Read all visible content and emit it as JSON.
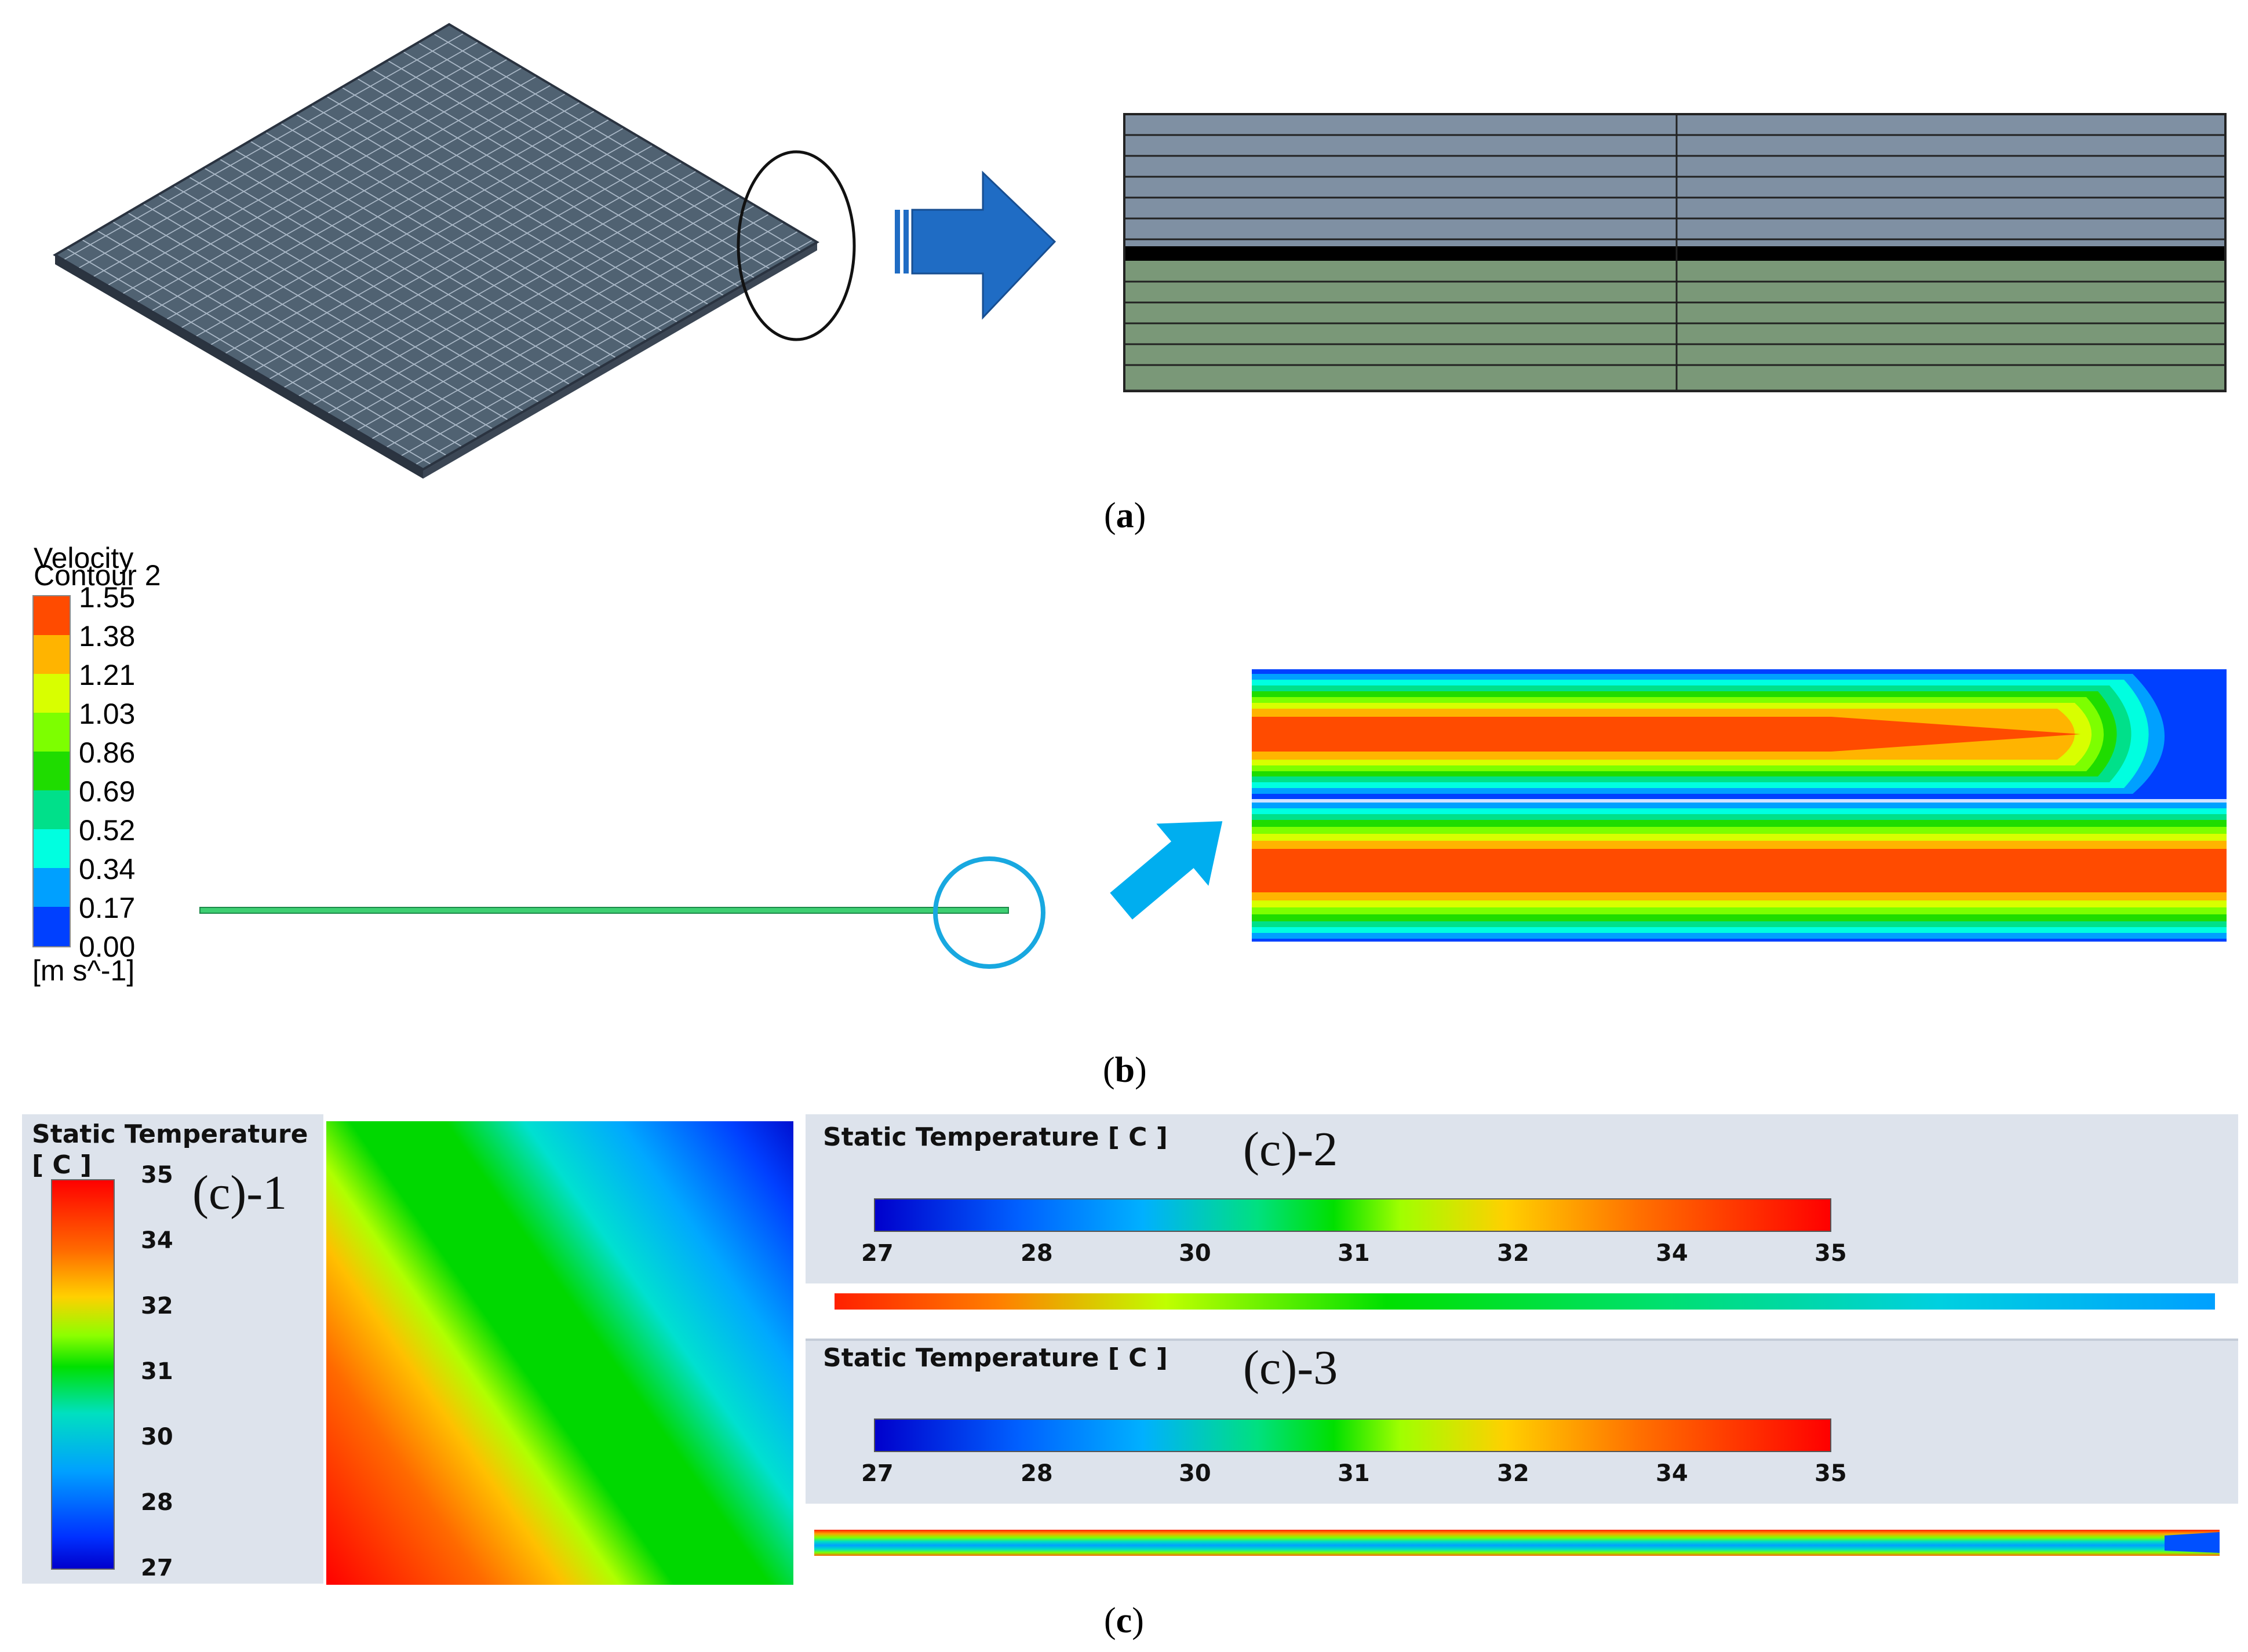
{
  "captions": {
    "a": "a",
    "b": "b",
    "c": "c"
  },
  "velocity_legend": {
    "title_line1": "Velocity",
    "title_line2": "Contour 2",
    "unit": "[m s^-1]",
    "levels": [
      "1.55",
      "1.38",
      "1.21",
      "1.03",
      "0.86",
      "0.69",
      "0.52",
      "0.34",
      "0.17",
      "0.00"
    ],
    "colors": [
      "#ff4b00",
      "#ffb400",
      "#d8ff00",
      "#7dff00",
      "#1fdc00",
      "#00e08a",
      "#00ffe0",
      "#00a0ff",
      "#0040ff"
    ]
  },
  "temp_c1": {
    "title": "Static Temperature",
    "unit": "[ C ]",
    "tag": "(c)-1",
    "ticks": [
      "35",
      "34",
      "32",
      "31",
      "30",
      "28",
      "27"
    ]
  },
  "temp_c2": {
    "title": "Static Temperature [ C ]",
    "tag": "(c)-2",
    "ticks": [
      "27",
      "28",
      "30",
      "31",
      "32",
      "34",
      "35"
    ]
  },
  "temp_c3": {
    "title": "Static Temperature [ C ]",
    "tag": "(c)-3",
    "ticks": [
      "27",
      "28",
      "30",
      "31",
      "32",
      "34",
      "35"
    ]
  },
  "colors": {
    "mesh_top": "#7f90a3",
    "mesh_bottom": "#7a9878",
    "arrow_dark": "#1f6cc4",
    "arrow_cyan": "#00aeef",
    "panel_bg": "#dde3ec"
  }
}
